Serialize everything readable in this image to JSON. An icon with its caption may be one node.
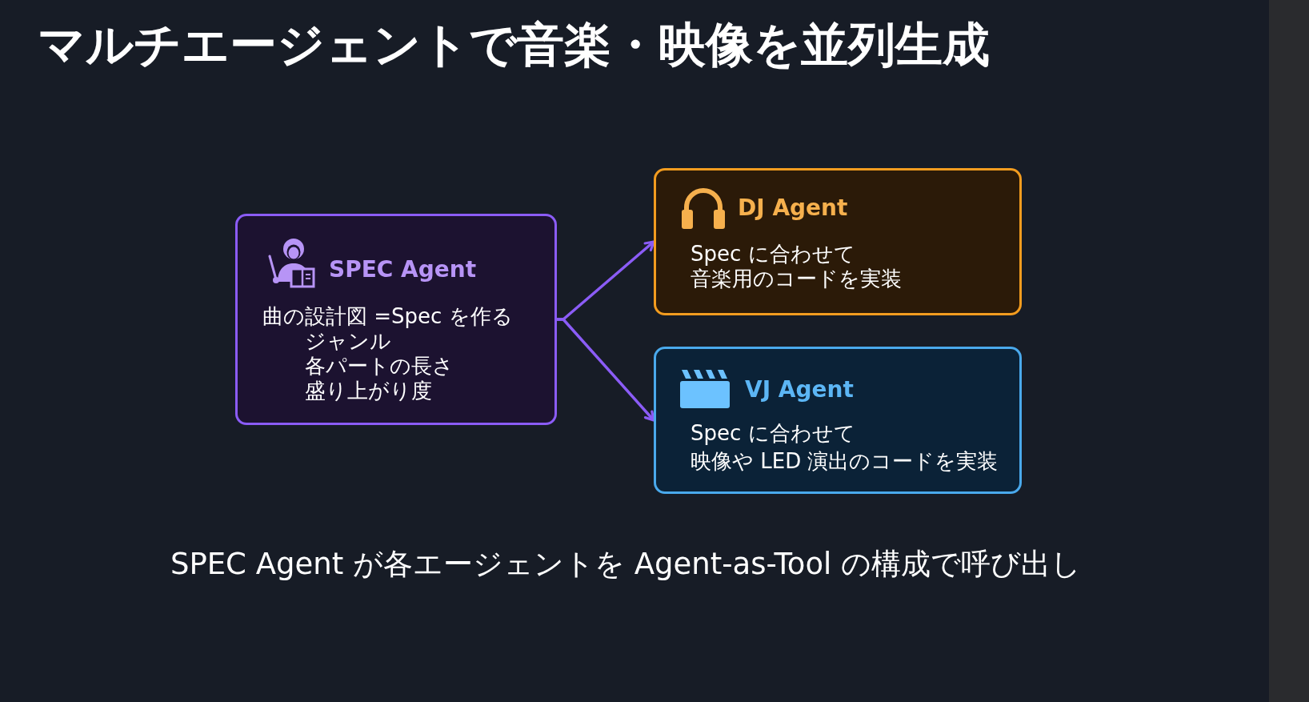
{
  "diagram": {
    "title": "マルチエージェントで音楽・映像を並列生成",
    "nodes": [
      {
        "text": [
          "SPEC Agent",
          "曲の設計図 =Spec を作る",
          "ジャンル",
          "各パートの長さ",
          "盛り上がり度"
        ]
      },
      {
        "text": [
          "DJ Agent",
          "Spec に合わせて",
          "音楽用のコードを実装"
        ]
      },
      {
        "text": [
          "VJ Agent",
          "Spec に合わせて",
          "映像や LED 演出のコードを実装"
        ]
      }
    ],
    "edges": [
      {
        "from": 0,
        "to": 1,
        "arrow": "to"
      },
      {
        "from": 0,
        "to": 2,
        "arrow": "to"
      }
    ],
    "caption": "SPEC Agent が各エージェントを Agent-as-Tool の構成で呼び出し"
  }
}
